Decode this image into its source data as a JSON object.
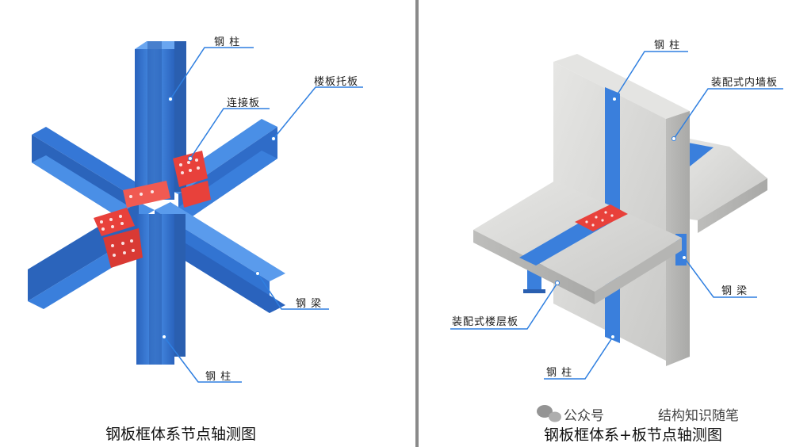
{
  "left_panel": {
    "labels": {
      "column_top": "钢 柱",
      "connection_plate": "连接板",
      "floor_bracket": "楼板托板",
      "beam": "钢 梁",
      "column_bottom": "钢 柱"
    },
    "caption": "钢板框体系节点轴测图"
  },
  "right_panel": {
    "labels": {
      "column_top": "钢 柱",
      "inner_wall": "装配式内墙板",
      "beam": "钢 梁",
      "floor_slab": "装配式楼层板",
      "column_bottom": "钢 柱"
    },
    "caption": "钢板框体系+板节点轴测图"
  },
  "watermark": {
    "account_prefix": "公众号",
    "account_name": "结构知识随笔"
  },
  "colors": {
    "steel": "#3a7fdc",
    "steel_dark": "#2a5fb0",
    "steel_light": "#6aa6f0",
    "plate": "#e8413b",
    "concrete": "#d8d8d6",
    "leader": "#2f7fe0"
  }
}
